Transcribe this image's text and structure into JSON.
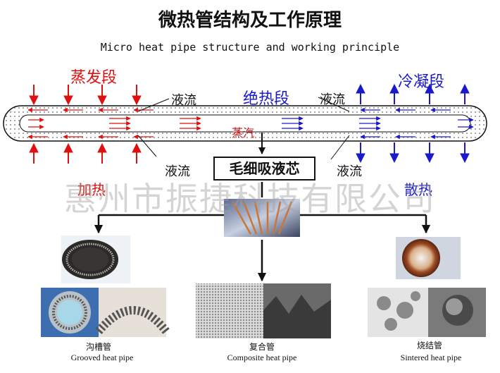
{
  "title_cn": "微热管结构及工作原理",
  "title_en": "Micro heat pipe structure and working principle",
  "sections": {
    "evaporator": "蒸发段",
    "adiabatic": "绝热段",
    "condenser": "冷凝段"
  },
  "labels": {
    "liquid_flow_tl": "液流",
    "liquid_flow_tr": "液流",
    "liquid_flow_bl": "液流",
    "liquid_flow_br": "液流",
    "vapor": "蒸汽",
    "heating": "加热",
    "cooling": "散热",
    "wick": "毛细吸液芯"
  },
  "watermark": "惠州市振捷科技有限公司",
  "types": [
    {
      "name_cn": "沟槽管",
      "name_en": "Grooved heat pipe"
    },
    {
      "name_cn": "复合管",
      "name_en": "Composite heat pipe"
    },
    {
      "name_cn": "烧结管",
      "name_en": "Sintered heat pipe"
    }
  ],
  "colors": {
    "heat": "#e01010",
    "cool": "#1a1acc"
  }
}
